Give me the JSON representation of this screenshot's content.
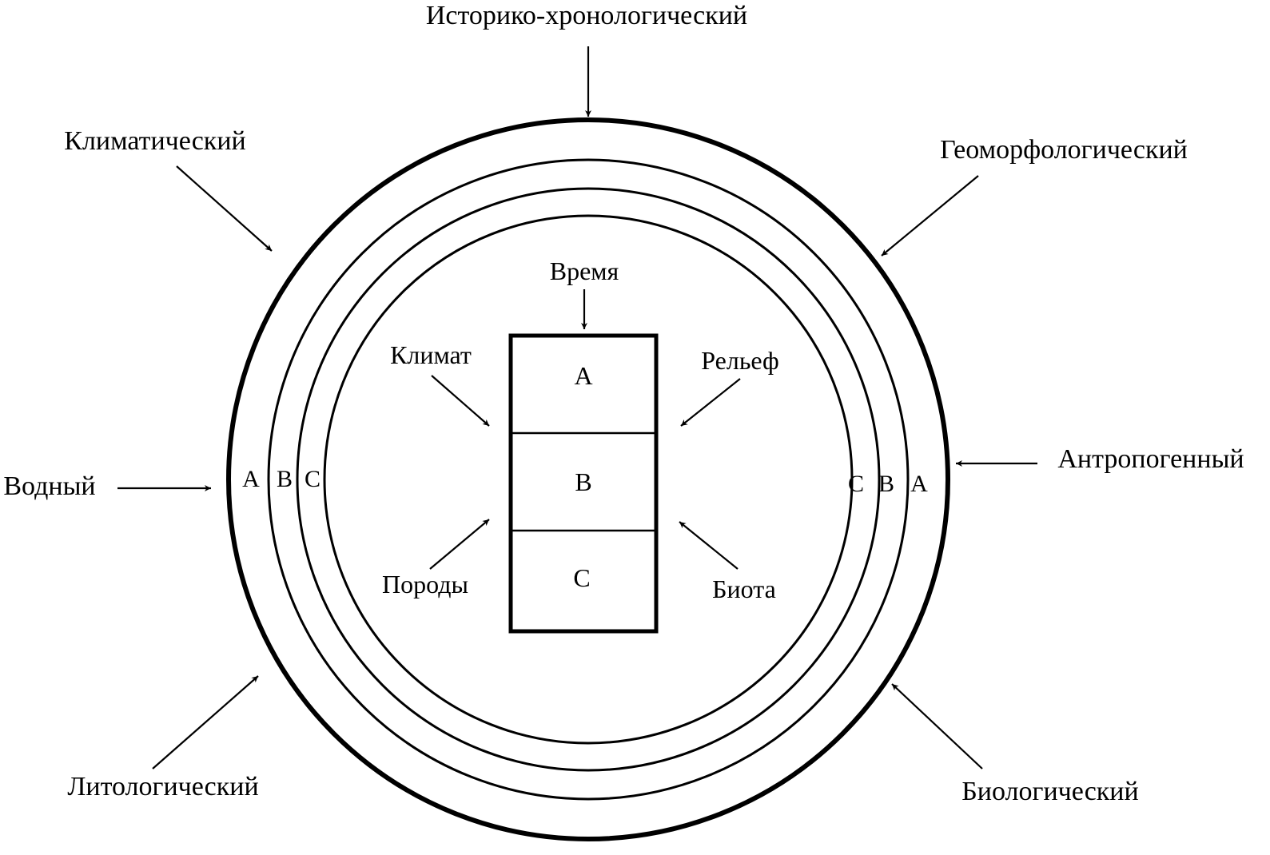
{
  "outer_factors": {
    "top": "Историко-хронологический",
    "top_left": "Климатический",
    "top_right": "Геоморфологический",
    "left": "Водный",
    "right": "Антропогенный",
    "bottom_left": "Литологический",
    "bottom_right": "Биологический"
  },
  "inner_factors": {
    "top": "Время",
    "upper_left": "Климат",
    "upper_right": "Рельеф",
    "lower_left": "Породы",
    "lower_right": "Биота"
  },
  "profile_horizons": [
    "A",
    "B",
    "C"
  ],
  "ring_letters_left": [
    "A",
    "B",
    "C"
  ],
  "ring_letters_right": [
    "C",
    "B",
    "A"
  ],
  "colors": {
    "stroke": "#000000",
    "background": "#ffffff"
  }
}
